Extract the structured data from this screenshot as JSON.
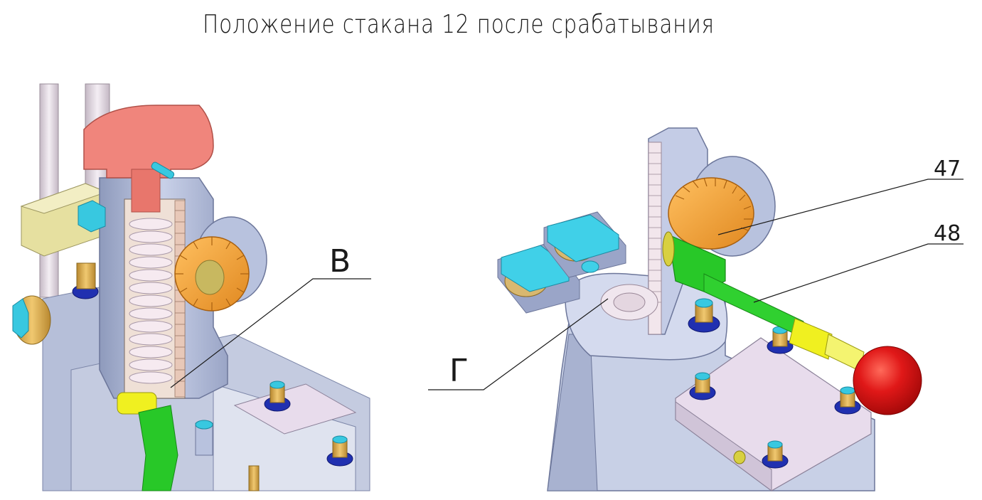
{
  "title": "Положение стакана 12 после срабатывания",
  "labels": {
    "v": "В",
    "g": "Г",
    "n47": "47",
    "n48": "48"
  },
  "colors": {
    "housing": "#b9c3de",
    "housing_dark": "#8c97b8",
    "cap": "#f08078",
    "gear": "#f0a030",
    "cyan": "#38c8e0",
    "blue_washer": "#2030b0",
    "bolt": "#d8a848",
    "green": "#28c828",
    "yellow": "#f0f020",
    "red_ball": "#e01818",
    "plate": "#e8dcec",
    "spring": "#f4e6ec"
  }
}
